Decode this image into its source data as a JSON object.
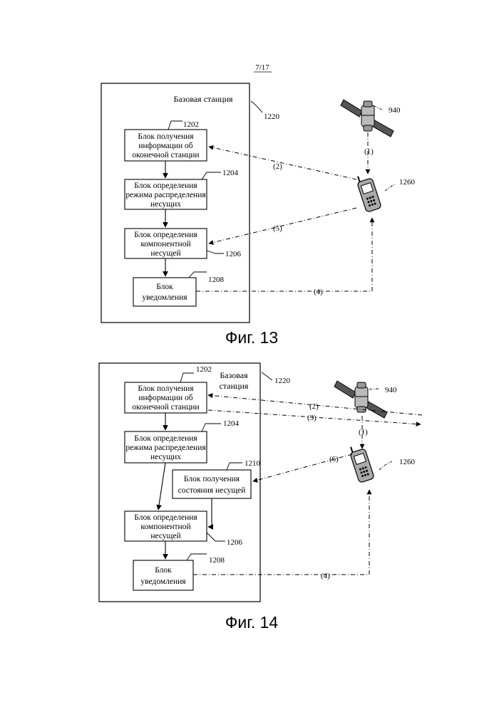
{
  "page_number": "7/17",
  "fig13": {
    "caption": "Фиг. 13",
    "station_title": "Базовая станция",
    "ref_station": "1220",
    "ref_satellite": "940",
    "ref_terminal": "1260",
    "block_1202": {
      "ref": "1202",
      "lines": [
        "Блок получения",
        "информации об",
        "оконечной станции"
      ]
    },
    "block_1204": {
      "ref": "1204",
      "lines": [
        "Блок определения",
        "режима распределения",
        "несущих"
      ]
    },
    "block_1206": {
      "ref": "1206",
      "lines": [
        "Блок определения",
        "компонентной",
        "несущей"
      ]
    },
    "block_1208": {
      "ref": "1208",
      "lines": [
        "Блок",
        "уведомления"
      ]
    },
    "arrow_labels": {
      "a1": "(1)",
      "a2": "(2)",
      "a4": "(4)",
      "a5": "(5)"
    }
  },
  "fig14": {
    "caption": "Фиг. 14",
    "station_title_lines": [
      "Базовая",
      "станция"
    ],
    "ref_station": "1220",
    "ref_satellite": "940",
    "ref_terminal": "1260",
    "block_1202": {
      "ref": "1202",
      "lines": [
        "Блок получения",
        "информации об",
        "оконечной станции"
      ]
    },
    "block_1204": {
      "ref": "1204",
      "lines": [
        "Блок определения",
        "режима распределения",
        "несущих"
      ]
    },
    "block_1210": {
      "ref": "1210",
      "lines": [
        "Блок получения",
        "состояния несущей"
      ]
    },
    "block_1206": {
      "ref": "1206",
      "lines": [
        "Блок определения",
        "компонентной",
        "несущей"
      ]
    },
    "block_1208": {
      "ref": "1208",
      "lines": [
        "Блок",
        "уведомления"
      ]
    },
    "arrow_labels": {
      "a1": "(1)",
      "a2": "(2)",
      "a3": "(3)",
      "a4": "(4)",
      "a6": "(6)"
    }
  }
}
